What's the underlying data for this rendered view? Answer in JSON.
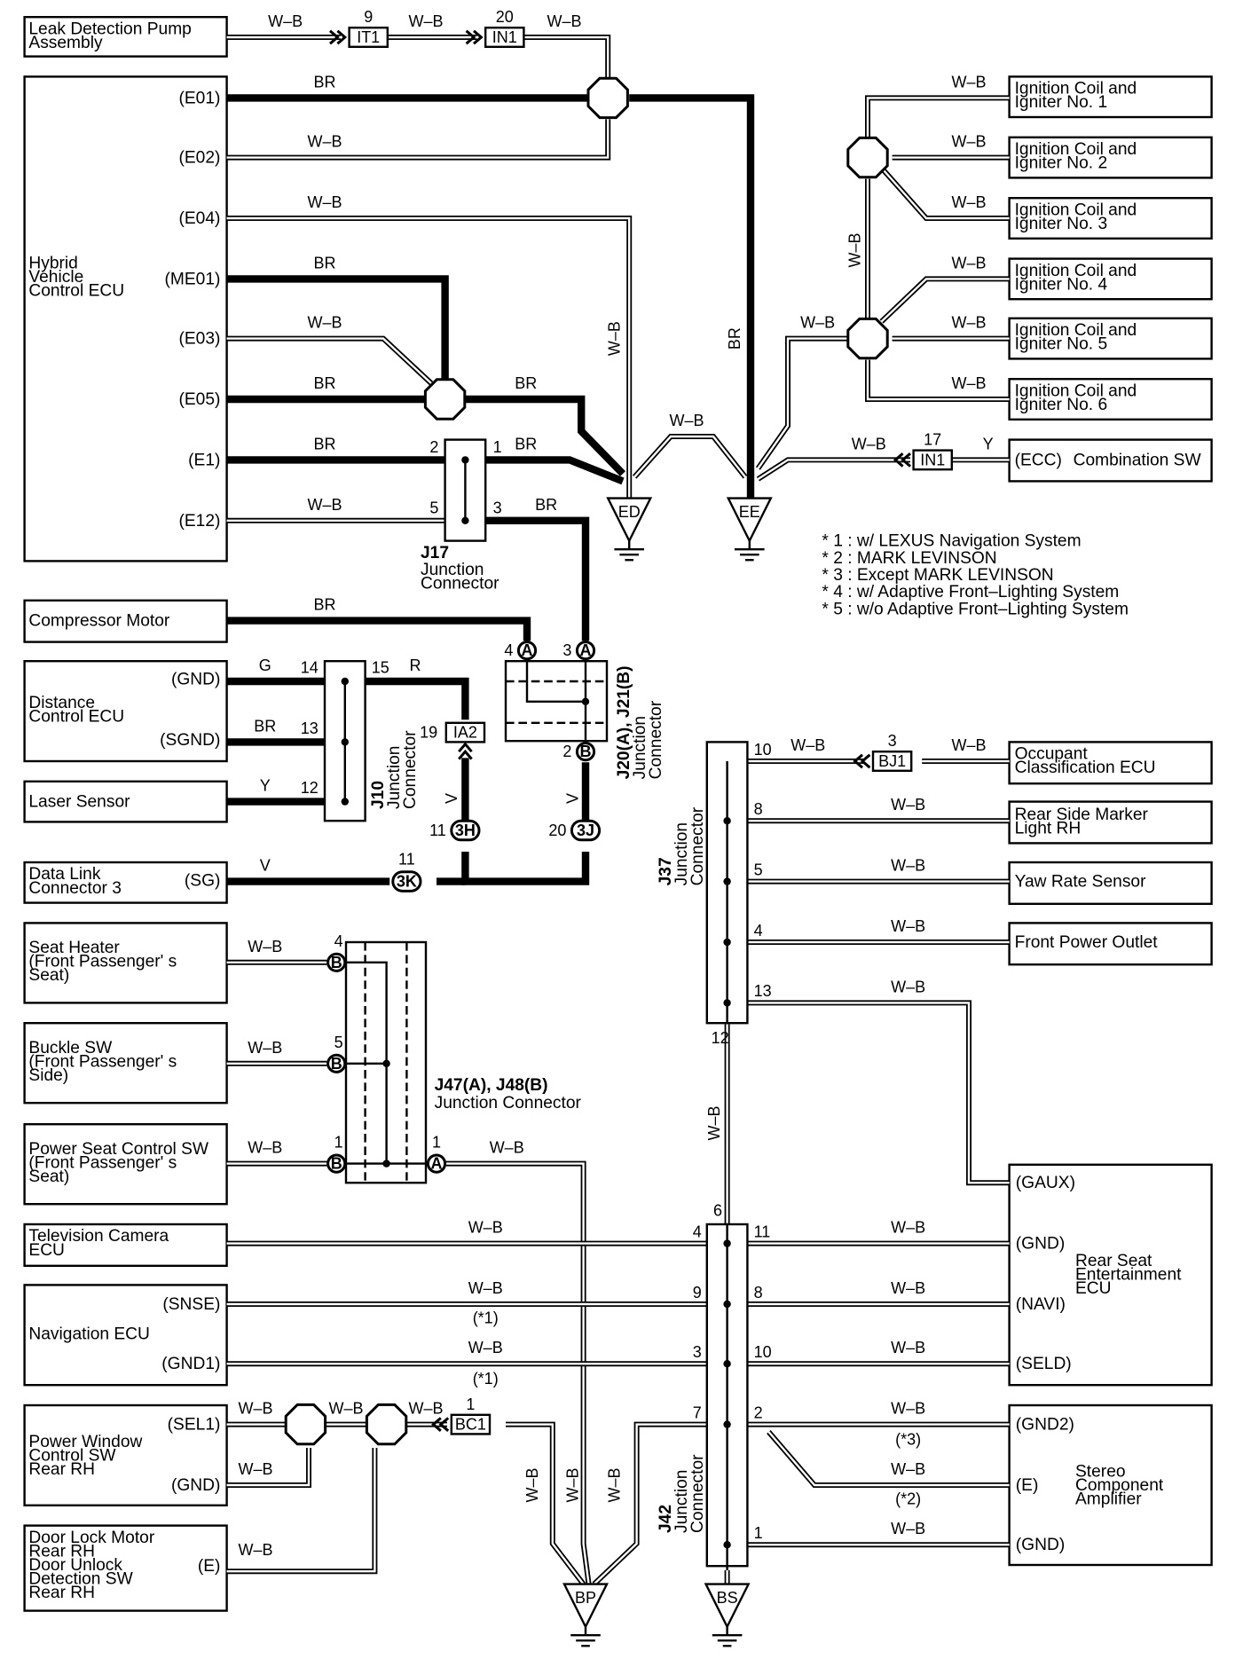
{
  "components": {
    "leak_pump": [
      "Leak Detection Pump",
      "Assembly"
    ],
    "hv_ecu": {
      "name": [
        "Hybrid",
        "Vehicle",
        "Control ECU"
      ],
      "pins": [
        "(E01)",
        "(E02)",
        "(E04)",
        "(ME01)",
        "(E03)",
        "(E05)",
        "(E1)",
        "(E12)"
      ]
    },
    "ign1": [
      "Ignition Coil and",
      "Igniter No. 1"
    ],
    "ign2": [
      "Ignition Coil and",
      "Igniter No. 2"
    ],
    "ign3": [
      "Ignition Coil and",
      "Igniter No. 3"
    ],
    "ign4": [
      "Ignition Coil and",
      "Igniter No. 4"
    ],
    "ign5": [
      "Ignition Coil and",
      "Igniter No. 5"
    ],
    "ign6": [
      "Ignition Coil and",
      "Igniter No. 6"
    ],
    "combination_sw": {
      "pin": "(ECC)",
      "name": "Combination SW"
    },
    "compressor": "Compressor Motor",
    "distance_ecu": {
      "name": [
        "Distance",
        "Control ECU"
      ],
      "pins": [
        "(GND)",
        "(SGND)"
      ]
    },
    "laser": "Laser Sensor",
    "dlc3": {
      "name": [
        "Data Link",
        "Connector 3"
      ],
      "pin": "(SG)"
    },
    "seat_heater": [
      "Seat Heater",
      "(Front Passenger' s",
      " Seat)"
    ],
    "buckle_sw": [
      "Buckle SW",
      "(Front Passenger' s",
      " Side)"
    ],
    "power_seat": [
      "Power Seat Control SW",
      "(Front Passenger' s",
      " Seat)"
    ],
    "tv_camera": [
      "Television Camera",
      "ECU"
    ],
    "navigation": {
      "name": "Navigation ECU",
      "pins": [
        "(SNSE)",
        "(GND1)"
      ]
    },
    "power_window": {
      "name": [
        "Power Window",
        "Control SW",
        "Rear RH"
      ],
      "pins": [
        "(SEL1)",
        "(GND)"
      ]
    },
    "door_lock": {
      "name": [
        "Door Lock Motor",
        "Rear RH",
        "Door Unlock",
        "Detection SW",
        "Rear RH"
      ],
      "pin": "(E)"
    },
    "occupant": [
      "Occupant",
      "Classification ECU"
    ],
    "rear_marker": [
      "Rear Side Marker",
      "Light RH"
    ],
    "yaw": "Yaw Rate Sensor",
    "front_outlet": "Front Power Outlet",
    "rse_ecu": {
      "name": [
        "Rear Seat",
        "Entertainment",
        "ECU"
      ],
      "pins": [
        "(GAUX)",
        "(GND)",
        "(NAVI)",
        "(SELD)"
      ]
    },
    "stereo": {
      "name": [
        "Stereo",
        "Component",
        "Amplifier"
      ],
      "pins": [
        "(GND2)",
        "(E)",
        "(GND)"
      ]
    }
  },
  "connectors": {
    "IT1": {
      "label": "IT1",
      "pin": "9"
    },
    "IN1a": {
      "label": "IN1",
      "pin": "20"
    },
    "IN1b": {
      "label": "IN1",
      "pin": "17"
    },
    "IA2": {
      "label": "IA2",
      "pin": "19"
    },
    "BJ1": {
      "label": "BJ1",
      "pin": "3"
    },
    "BC1": {
      "label": "BC1",
      "pin": "1"
    },
    "3H": {
      "label": "3H",
      "pin": "11"
    },
    "3J": {
      "label": "3J",
      "pin": "20"
    },
    "3K": {
      "label": "3K",
      "pin": "11"
    }
  },
  "junctions": {
    "J17": {
      "title": "J17",
      "sub": [
        "Junction",
        "Connector"
      ],
      "pins": [
        "2",
        "1",
        "5",
        "3"
      ]
    },
    "J10": {
      "title": "J10",
      "sub": [
        "Junction",
        "Connector"
      ],
      "pins": [
        "14",
        "15",
        "13",
        "12"
      ]
    },
    "J20J21": {
      "title": "J20(A), J21(B)",
      "sub": [
        "Junction",
        "Connector"
      ],
      "pins": [
        "4",
        "3",
        "2"
      ],
      "letters": [
        "A",
        "A",
        "B"
      ]
    },
    "J47J48": {
      "title": "J47(A), J48(B)",
      "sub": "Junction Connector",
      "pins": [
        "4",
        "5",
        "1",
        "1"
      ],
      "letters": [
        "B",
        "B",
        "B",
        "A"
      ]
    },
    "J37": {
      "title": "J37",
      "sub": [
        "Junction",
        "Connector"
      ],
      "pins": [
        "10",
        "8",
        "5",
        "4",
        "13",
        "12"
      ]
    },
    "J42": {
      "title": "J42",
      "sub": [
        "Junction",
        "Connector"
      ],
      "pins": [
        "6",
        "4",
        "11",
        "9",
        "8",
        "3",
        "10",
        "7",
        "2",
        "1"
      ]
    }
  },
  "grounds": {
    "ED": "ED",
    "EE": "EE",
    "BP": "BP",
    "BS": "BS"
  },
  "wire_colors": {
    "WB": "W–B",
    "BR": "BR",
    "G": "G",
    "R": "R",
    "Y": "Y",
    "V": "V"
  },
  "notes": {
    "n1": "(*1)",
    "n2": "(*2)",
    "n3": "(*3)"
  },
  "legend": [
    "* 1 : w/ LEXUS Navigation System",
    "* 2 : MARK LEVINSON",
    "* 3 : Except MARK LEVINSON",
    "* 4 : w/ Adaptive Front–Lighting System",
    "* 5 : w/o Adaptive Front–Lighting System"
  ]
}
